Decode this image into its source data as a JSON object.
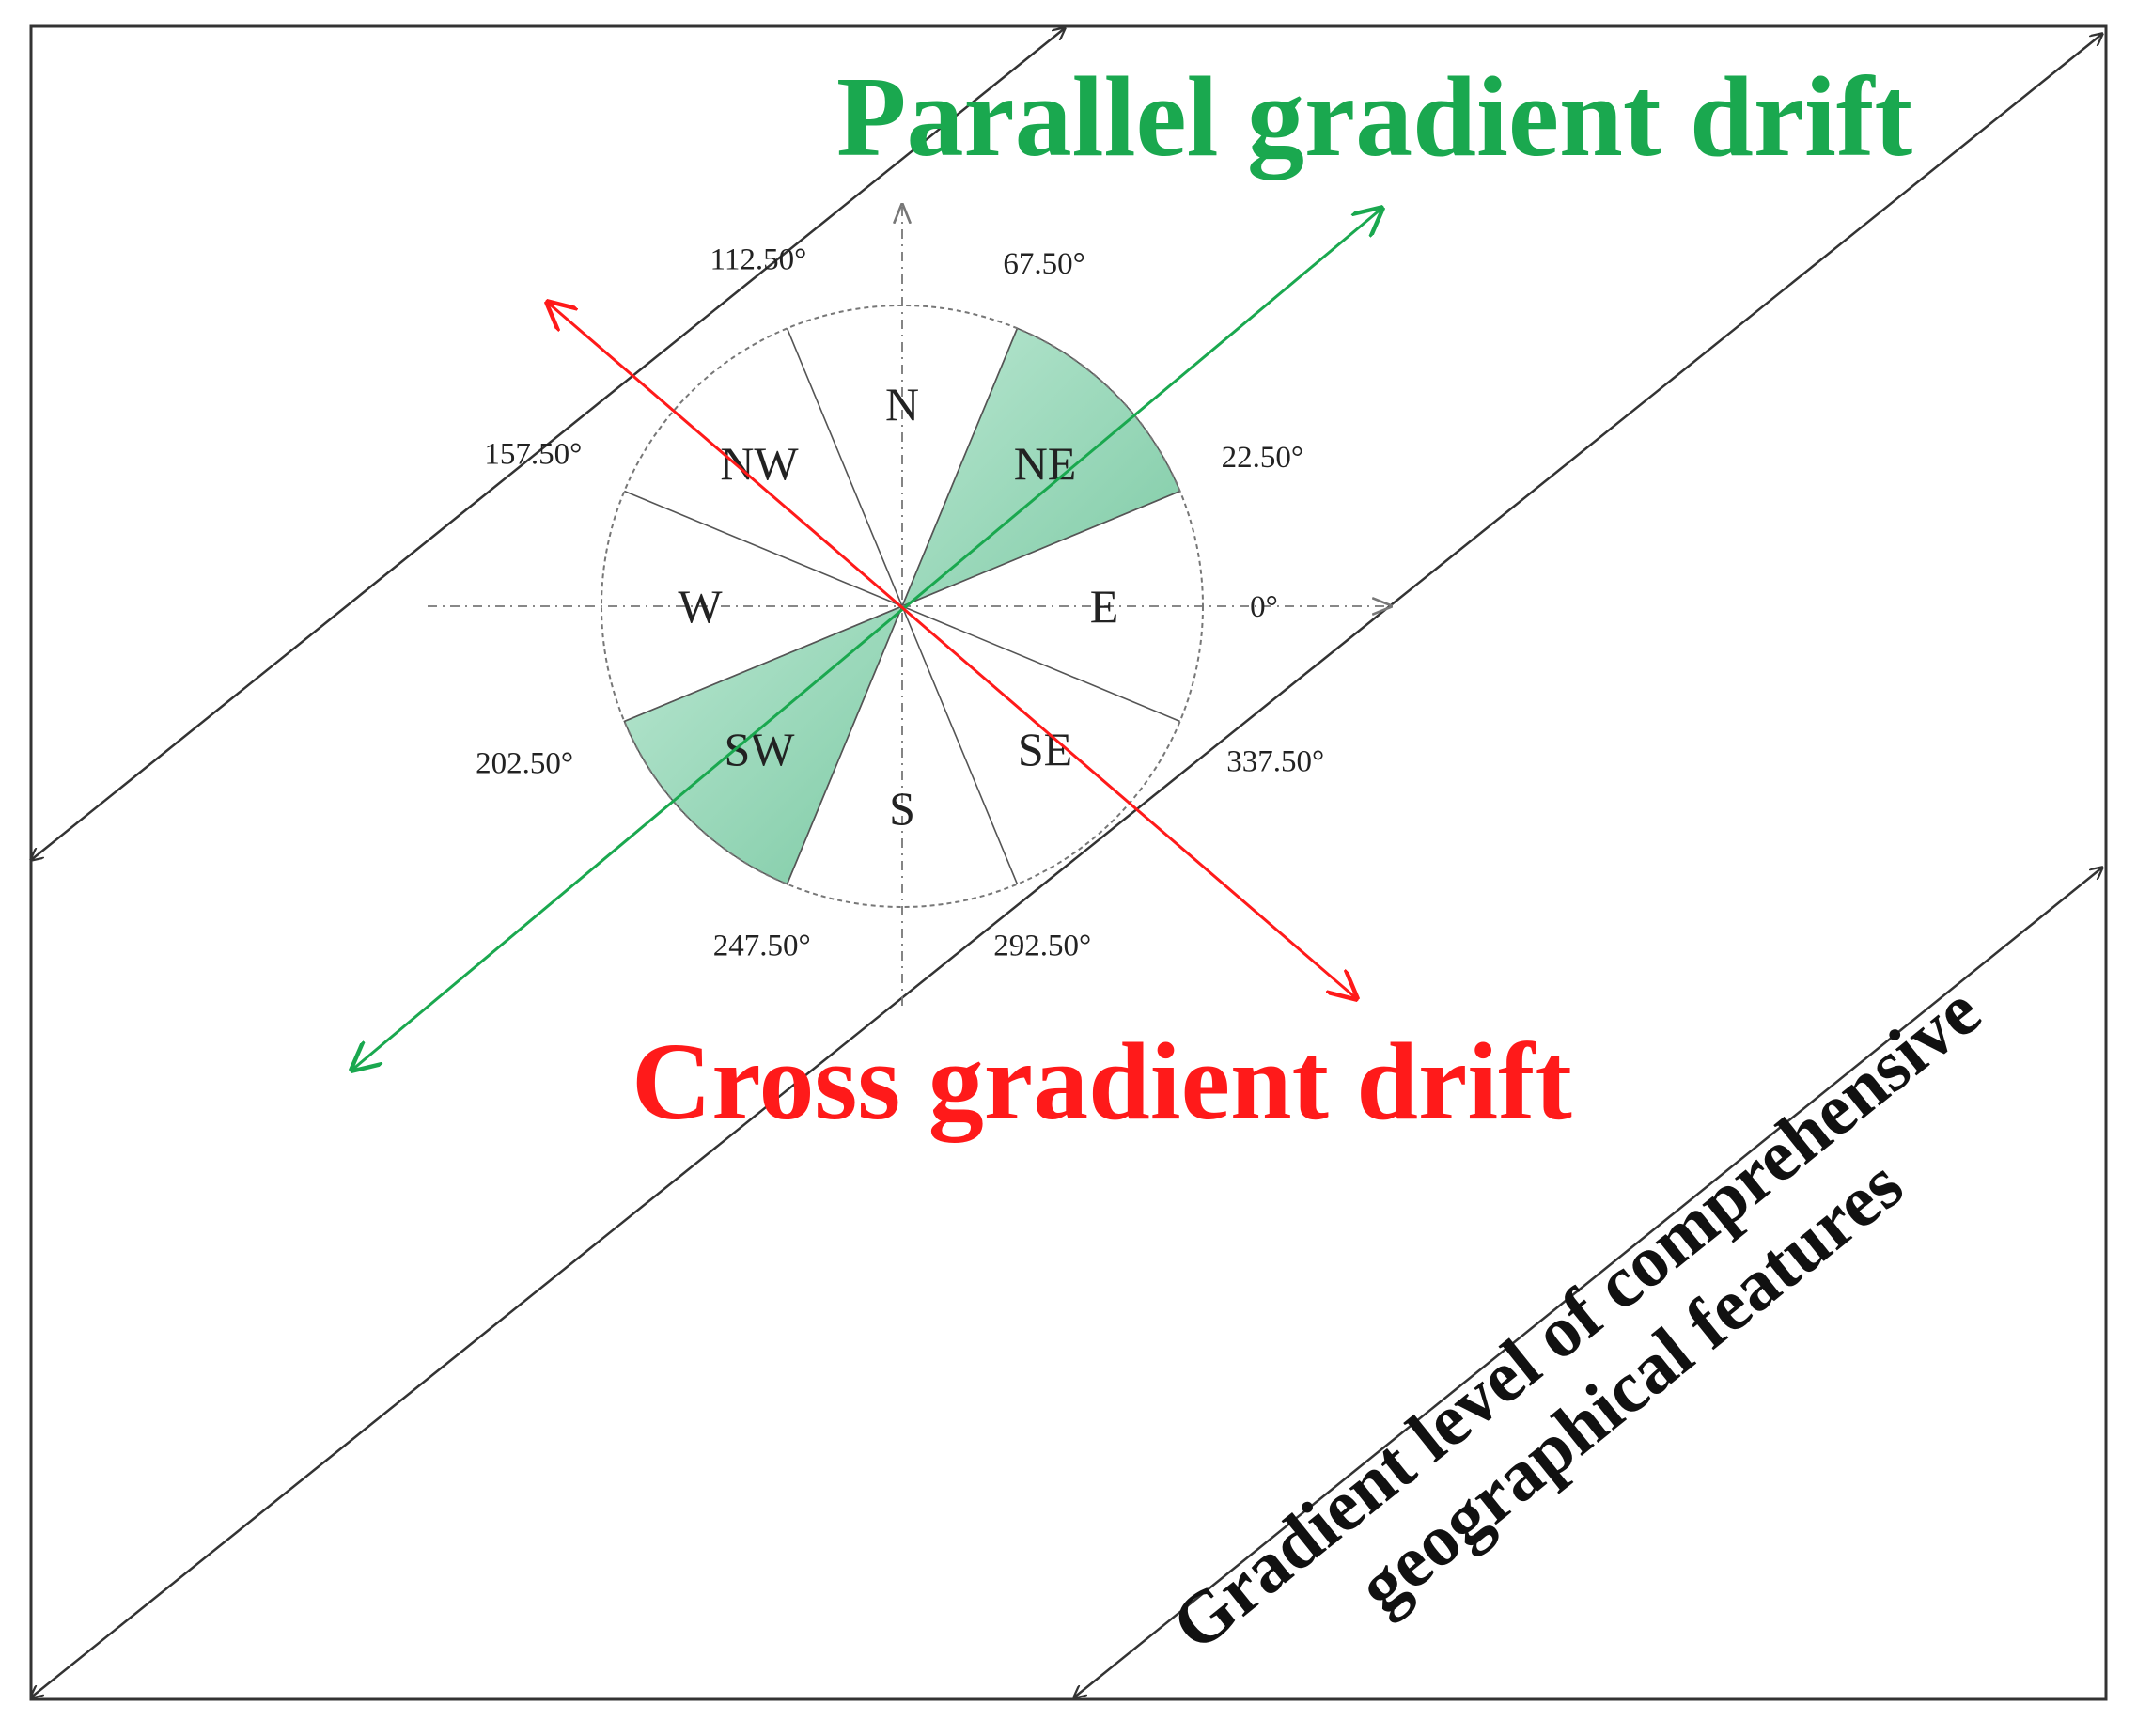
{
  "titles": {
    "parallel": "Parallel gradient drift",
    "cross": "Cross gradient drift"
  },
  "gradient_label": {
    "line1": "Gradient level of comprehensive",
    "line2": "geographical features"
  },
  "compass": {
    "sectors": [
      {
        "label": "N",
        "highlighted": false
      },
      {
        "label": "NE",
        "highlighted": true
      },
      {
        "label": "E",
        "highlighted": false
      },
      {
        "label": "SE",
        "highlighted": false
      },
      {
        "label": "S",
        "highlighted": false
      },
      {
        "label": "SW",
        "highlighted": true
      },
      {
        "label": "W",
        "highlighted": false
      },
      {
        "label": "NW",
        "highlighted": false
      }
    ],
    "boundary_angles": [
      {
        "label": "0°"
      },
      {
        "label": "22.50°"
      },
      {
        "label": "67.50°"
      },
      {
        "label": "112.50°"
      },
      {
        "label": "157.50°"
      },
      {
        "label": "202.50°"
      },
      {
        "label": "247.50°"
      },
      {
        "label": "292.50°"
      },
      {
        "label": "337.50°"
      }
    ]
  },
  "colors": {
    "parallel": "#1aa84f",
    "cross": "#ff1a1a",
    "sector_fill": "#9fd9bd",
    "frame": "#333333",
    "compass_outline": "#777777"
  }
}
